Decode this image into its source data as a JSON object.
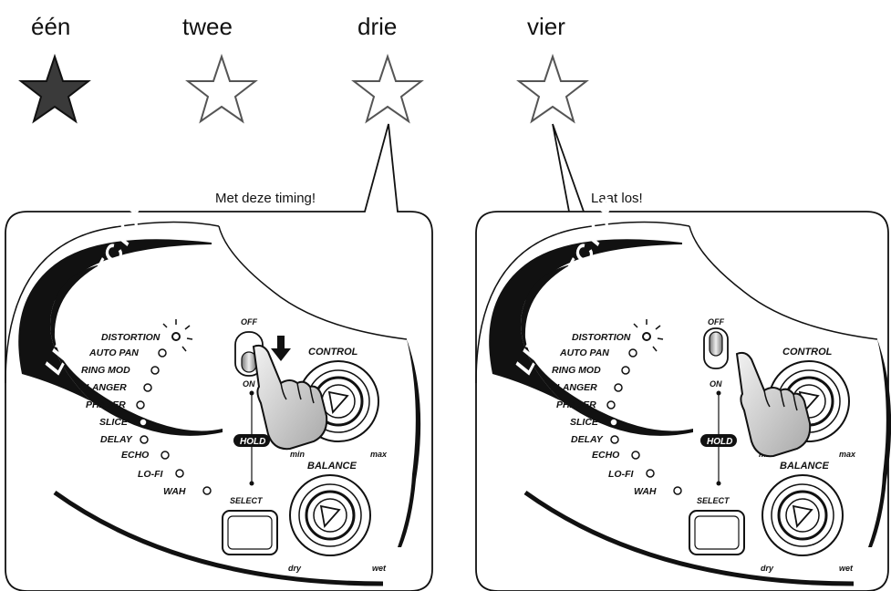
{
  "counts": [
    "één",
    "twee",
    "drie",
    "vier"
  ],
  "count_star_states": [
    "filled",
    "outline",
    "outline",
    "outline"
  ],
  "callouts": {
    "left": "Met deze timing!",
    "right": "Laat los!"
  },
  "device": {
    "brand": "LIVE EFFECTOR",
    "effects": [
      "DISTORTION",
      "AUTO PAN",
      "RING MOD",
      "FLANGER",
      "PHASER",
      "SLICE",
      "DELAY",
      "ECHO",
      "LO-FI",
      "WAH"
    ],
    "active_effect": "DISTORTION",
    "switch_off_label": "OFF",
    "switch_on_label": "ON",
    "hold_label": "HOLD",
    "select_label": "SELECT",
    "control_label": "CONTROL",
    "control_min": "min",
    "control_max": "max",
    "balance_label": "BALANCE",
    "balance_min": "dry",
    "balance_max": "wet"
  },
  "panels": [
    {
      "callout": "left",
      "switch_state": "on",
      "arrow": "down-arrow-icon",
      "hand": "pressing-switch"
    },
    {
      "callout": "right",
      "switch_state": "off",
      "arrow": "",
      "hand": "released-switch"
    }
  ],
  "colors": {
    "ink": "#111111",
    "star_fill": "#3a3a3a",
    "hand_fill": "#d8d8d8",
    "background": "#ffffff"
  }
}
